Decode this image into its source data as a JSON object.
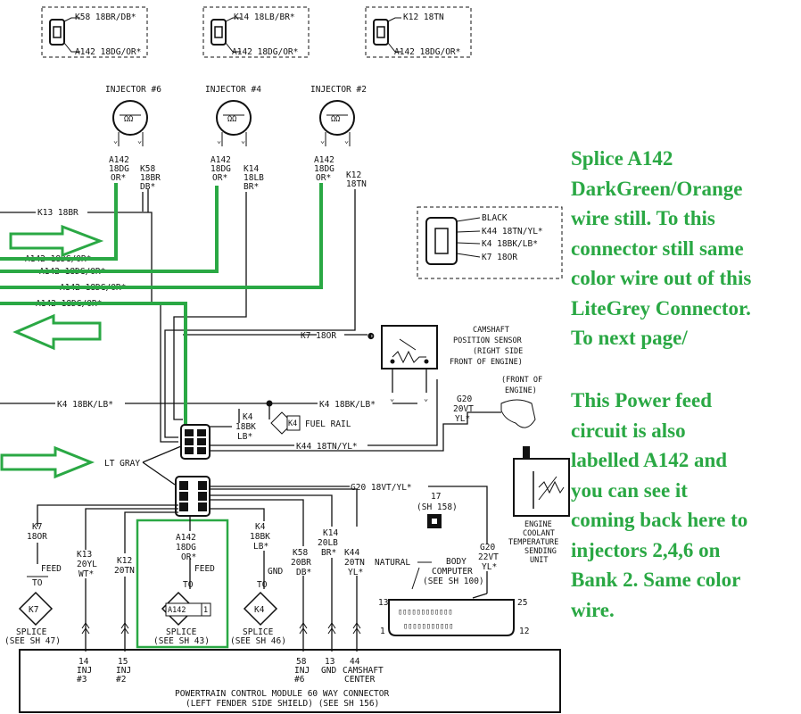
{
  "connectors_top": [
    {
      "top": "K58 18BR/DB*",
      "bottom": "A142 18DG/OR*",
      "title": "INJECTOR #6",
      "left_wire": [
        "A142",
        "18DG",
        "OR*"
      ],
      "right_wire": [
        "K58",
        "18BR",
        "DB*"
      ]
    },
    {
      "top": "K14 18LB/BR*",
      "bottom": "A142 18DG/OR*",
      "title": "INJECTOR #4",
      "left_wire": [
        "A142",
        "18DG",
        "OR*"
      ],
      "right_wire": [
        "K14",
        "18LB",
        "BR*"
      ]
    },
    {
      "top": "K12 18TN",
      "bottom": "A142 18DG/OR*",
      "title": "INJECTOR #2",
      "left_wire": [
        "A142",
        "18DG",
        "OR*"
      ],
      "right_wire": [
        "K12",
        "18TN"
      ]
    }
  ],
  "left_wires": [
    "K13 18BR",
    "A142 18DG/OR*",
    "A142 18DG/OR*",
    "A142 18DG/OR*",
    "A142 18DG/OR*"
  ],
  "cam_connector": {
    "color": "BLACK",
    "pins": [
      "K44 18TN/YL*",
      "K4 18BK/LB*",
      "K7 18OR"
    ]
  },
  "cam_sensor": {
    "wire": "K7 18OR",
    "label": [
      "CAMSHAFT",
      "POSITION SENSOR",
      "(RIGHT SIDE",
      "FRONT OF ENGINE)"
    ]
  },
  "k4_wire": {
    "left": "K4 18BK/LB*",
    "right": "K4 18BK/LB*",
    "short": [
      "K4",
      "18BK",
      "LB*"
    ],
    "tag": "K4",
    "fuel_rail": "FUEL RAIL"
  },
  "k44_wire": "K44 18TN/YL*",
  "g20_front": {
    "wire": [
      "G20",
      "20VT",
      "YL*"
    ],
    "label": [
      "(FRONT OF",
      "ENGINE)"
    ]
  },
  "lt_gray": "LT GRAY",
  "g20_wire": "G20 18VT/YL*",
  "splice_17": {
    "num": "17",
    "ref": "(SH 158)"
  },
  "coolant": [
    "ENGINE",
    "COOLANT",
    "TEMPERATURE",
    "SENDING",
    "UNIT"
  ],
  "bottom_wires": [
    {
      "lines": [
        "K7",
        "18OR"
      ]
    },
    {
      "lines": [
        "K13",
        "20YL",
        "WT*"
      ]
    },
    {
      "lines": [
        "K12",
        "20TN"
      ]
    },
    {
      "lines": [
        "A142",
        "18DG",
        "OR*"
      ]
    },
    {
      "lines": [
        "K4",
        "18BK",
        "LB*"
      ]
    },
    {
      "lines": [
        "K58",
        "20BR",
        "DB*"
      ]
    },
    {
      "lines": [
        "K14",
        "20LB",
        "BR*"
      ]
    },
    {
      "lines": [
        "K44",
        "20TN",
        "YL*"
      ]
    },
    {
      "lines": [
        "G20",
        "22VT",
        "YL*"
      ]
    }
  ],
  "feed": "FEED",
  "to": "TO",
  "gnd": "GND",
  "splices": [
    {
      "tag": "K7",
      "label": [
        "SPLICE",
        "(SEE SH 47)"
      ]
    },
    {
      "tag": "A142",
      "pin": "1",
      "label": [
        "SPLICE",
        "(SEE SH 43)"
      ]
    },
    {
      "tag": "K4",
      "label": [
        "SPLICE",
        "(SEE SH 46)"
      ]
    }
  ],
  "body_computer": {
    "natural": "NATURAL",
    "label": [
      "BODY",
      "COMPUTER",
      "(SEE SH 100)"
    ],
    "pins": [
      "13",
      "25",
      "1",
      "12"
    ]
  },
  "pcm_pins": [
    {
      "lines": [
        "14",
        "INJ",
        "#3"
      ]
    },
    {
      "lines": [
        "15",
        "INJ",
        "#2"
      ]
    },
    {
      "lines": [
        "58",
        "INJ",
        "#6"
      ]
    },
    {
      "lines": [
        "13",
        "GND"
      ]
    },
    {
      "lines": [
        "44",
        "CAMSHAFT",
        "CENTER"
      ]
    }
  ],
  "pcm_label": [
    "POWERTRAIN CONTROL MODULE 60 WAY CONNECTOR",
    "(LEFT FENDER SIDE SHIELD) (SEE SH 156)"
  ],
  "annotations": {
    "note1": [
      "Splice A142",
      "DarkGreen/Orange",
      "wire still. To this",
      "connector still same",
      "color wire out of this",
      "LiteGrey Connector.",
      "To next page/"
    ],
    "note2": [
      "This Power feed",
      "circuit is also",
      "labelled A142 and",
      "you can see it",
      "coming back here to",
      "injectors 2,4,6 on",
      "Bank 2. Same color",
      "wire."
    ]
  },
  "colors": {
    "line": "#111111",
    "highlight": "#2aa844"
  }
}
